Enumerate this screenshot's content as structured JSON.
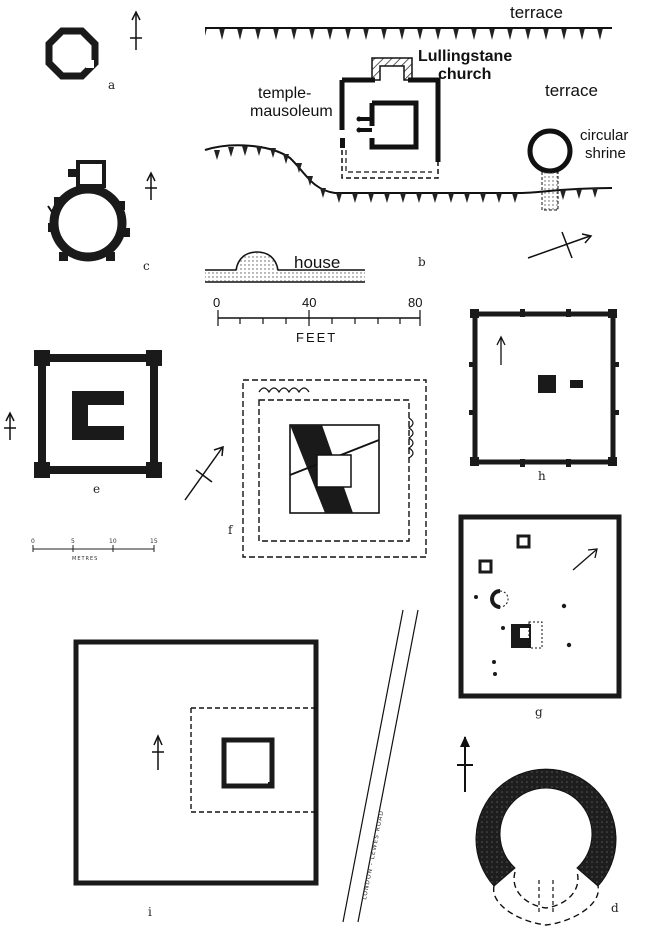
{
  "labels": {
    "terrace_top": "terrace",
    "terrace_right": "terrace",
    "church_line1": "Lullingstane",
    "church_line2": "church",
    "temple_line1": "temple-",
    "temple_line2": "mausoleum",
    "shrine_line1": "circular",
    "shrine_line2": "shrine",
    "house": "house"
  },
  "plan_letters": {
    "a": "a",
    "b": "b",
    "c": "c",
    "d": "d",
    "e": "e",
    "f": "f",
    "g": "g",
    "h": "h",
    "i": "i"
  },
  "feet_scale": {
    "ticks": [
      "0",
      "40",
      "80"
    ],
    "unit": "FEET"
  },
  "metres_scale": {
    "ticks": [
      "0",
      "5",
      "10",
      "15"
    ],
    "unit": "METRES"
  },
  "road_label": "LONDON - LEWES ROAD",
  "icons": [
    "north-arrow-icon",
    "hatched-terrace-line"
  ]
}
